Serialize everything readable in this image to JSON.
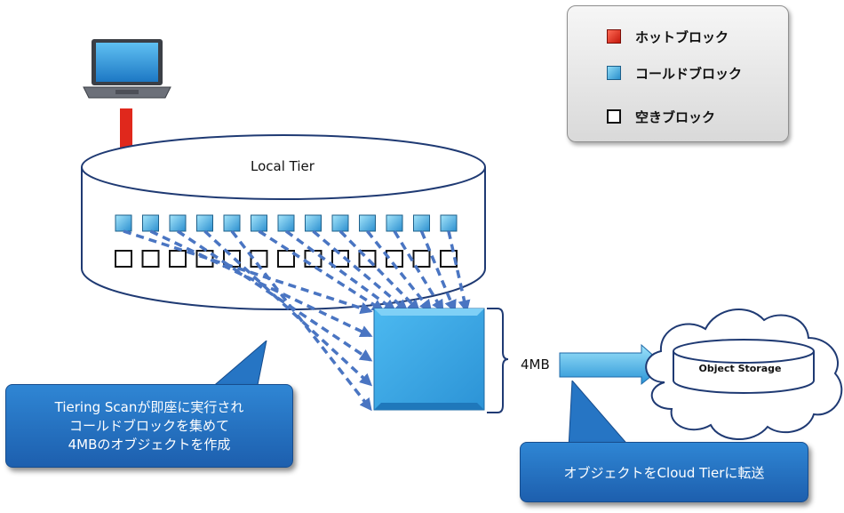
{
  "legend": {
    "items": [
      {
        "label": "ホットブロック",
        "swatch": "hot"
      },
      {
        "label": "コールドブロック",
        "swatch": "cold"
      },
      {
        "label": "空きブロック",
        "swatch": "free"
      }
    ]
  },
  "local_tier": {
    "label": "Local Tier",
    "cold_block_count": 13,
    "free_block_count": 13
  },
  "object": {
    "size_label": "4MB"
  },
  "object_storage": {
    "label": "Object Storage"
  },
  "callouts": {
    "scan_lines": [
      "Tiering Scanが即座に実行され",
      "コールドブロックを集めて",
      "4MBのオブジェクトを作成"
    ],
    "transfer": "オブジェクトをCloud Tierに転送"
  },
  "colors": {
    "hot": "#d9261c",
    "cold": "#39a6e0",
    "dashed_arrow": "#4a75c2",
    "callout": "#2570c0",
    "object": "#3ca9e6"
  },
  "icons": [
    "laptop-icon",
    "write-arrow",
    "transfer-arrow",
    "cloud-icon"
  ]
}
